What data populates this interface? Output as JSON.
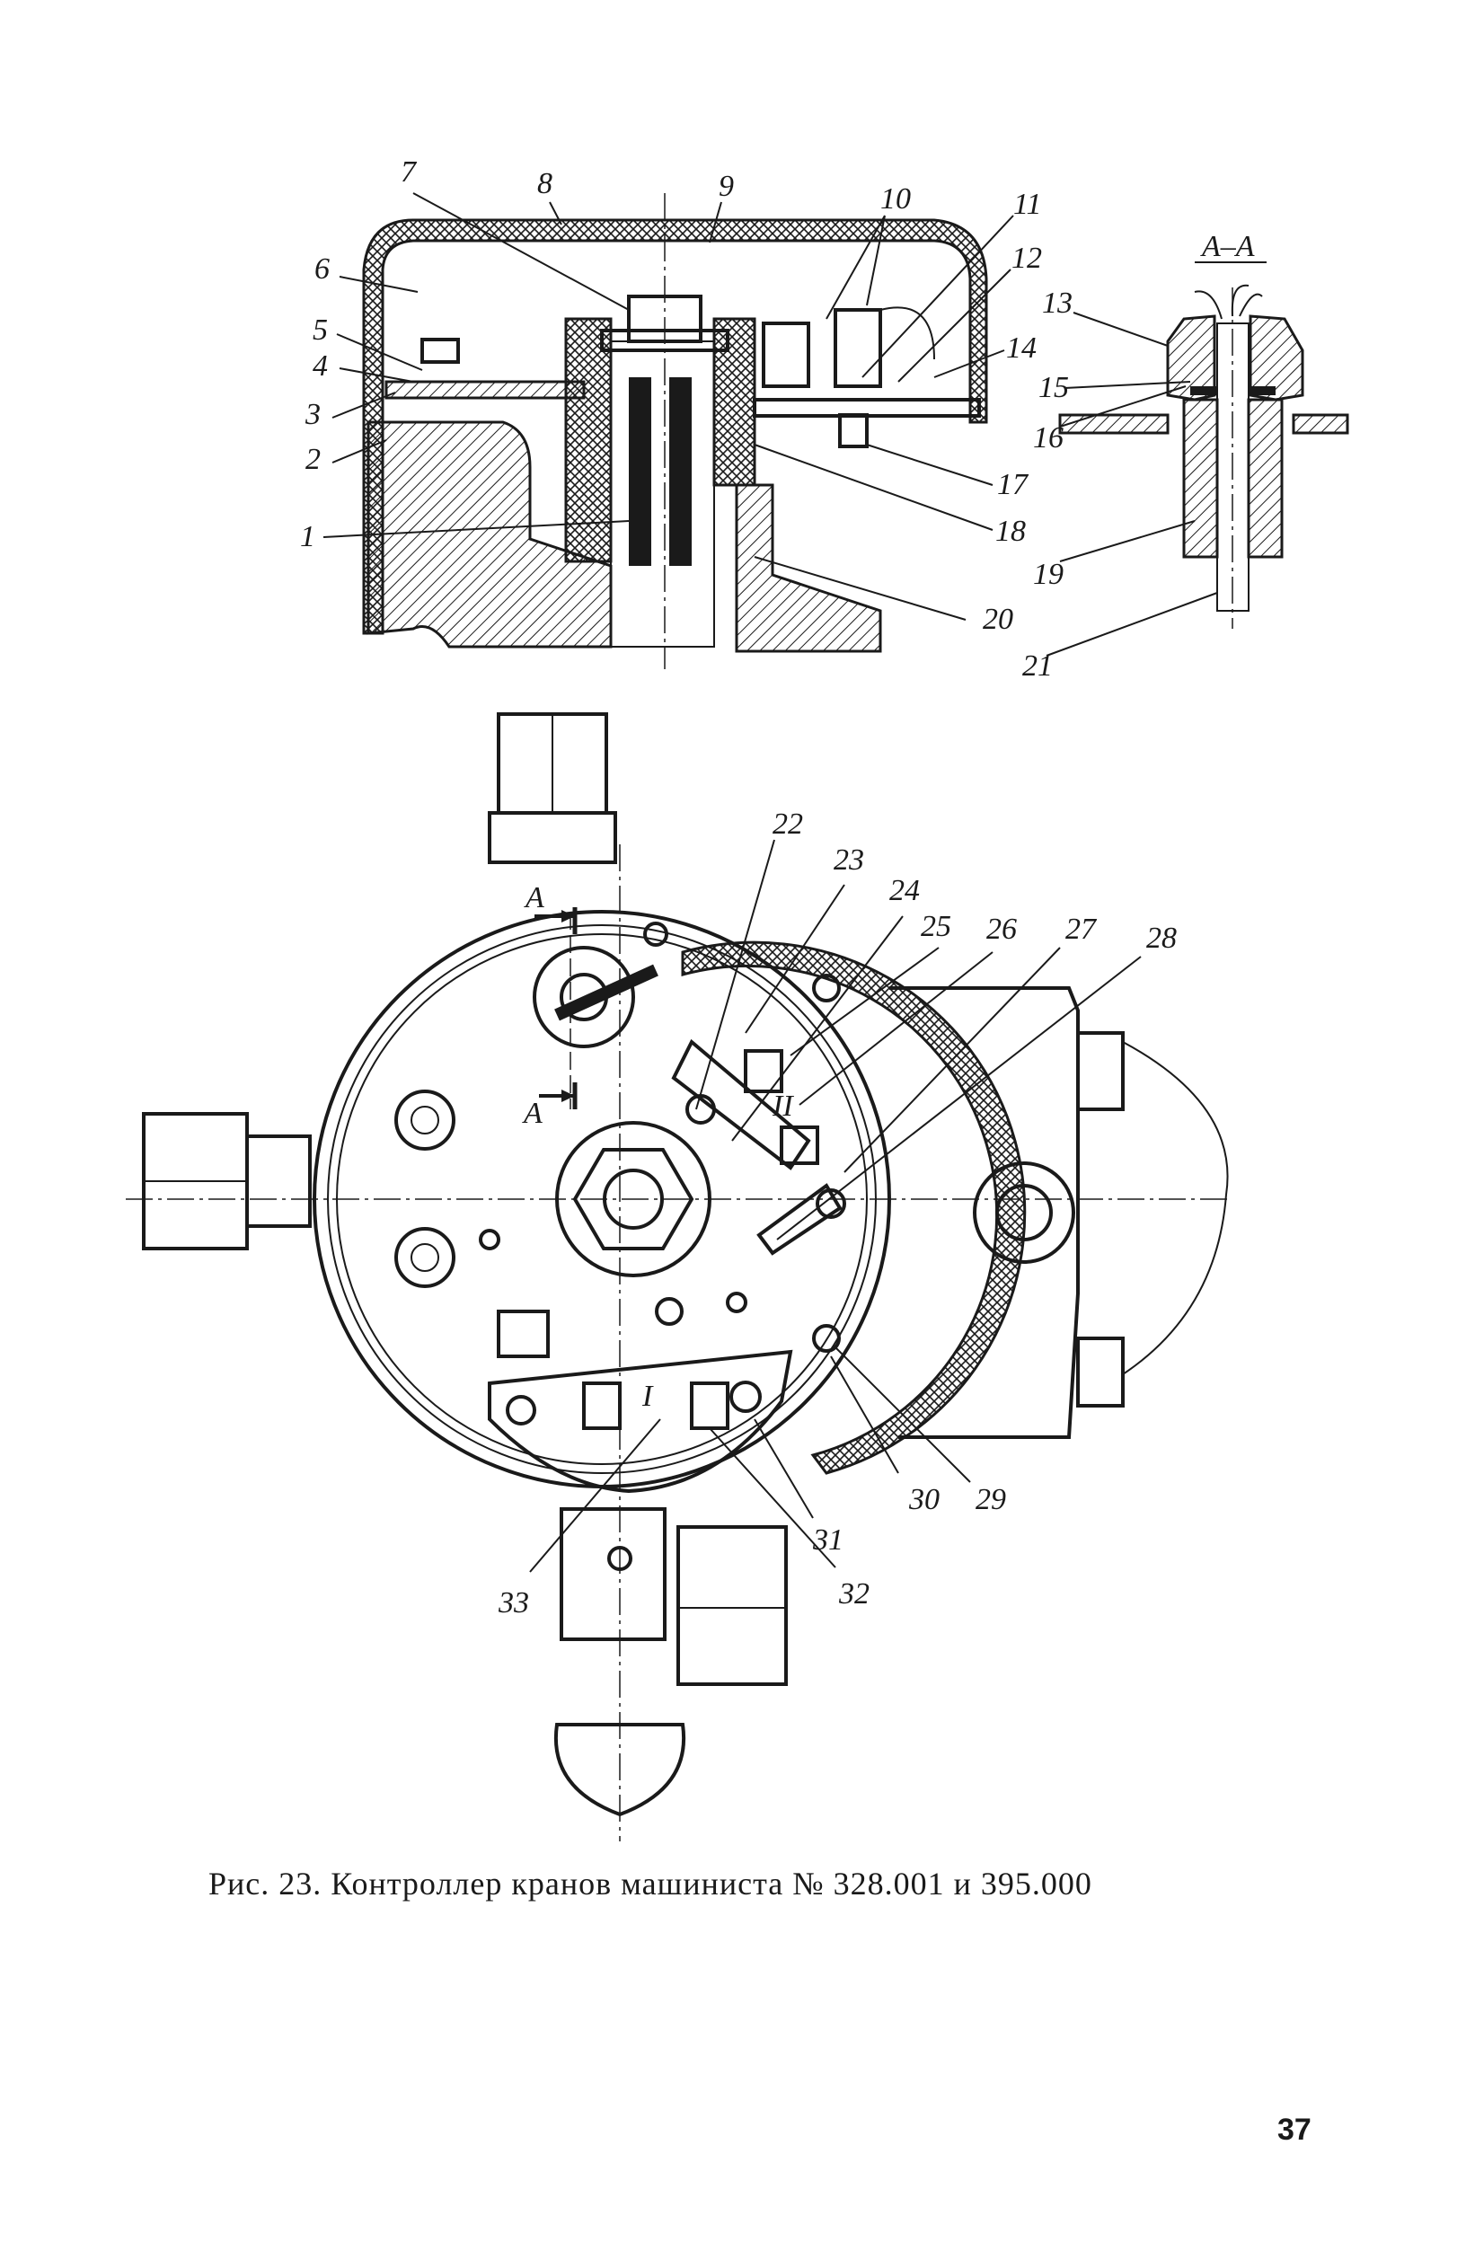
{
  "figure": {
    "caption": "Рис. 23. Контроллер кранов машиниста № 328.001 и 395.000",
    "section_label": "А–А",
    "section_marker": "А",
    "callouts_top": [
      "1",
      "2",
      "3",
      "4",
      "5",
      "6",
      "7",
      "8",
      "9",
      "10",
      "11",
      "12",
      "13",
      "14",
      "15",
      "16",
      "17",
      "18",
      "19",
      "20",
      "21"
    ],
    "callouts_bottom": [
      "22",
      "23",
      "24",
      "25",
      "26",
      "27",
      "28",
      "29",
      "30",
      "31",
      "32",
      "33"
    ],
    "roman": [
      "I",
      "II"
    ]
  },
  "page": {
    "number": "37"
  }
}
